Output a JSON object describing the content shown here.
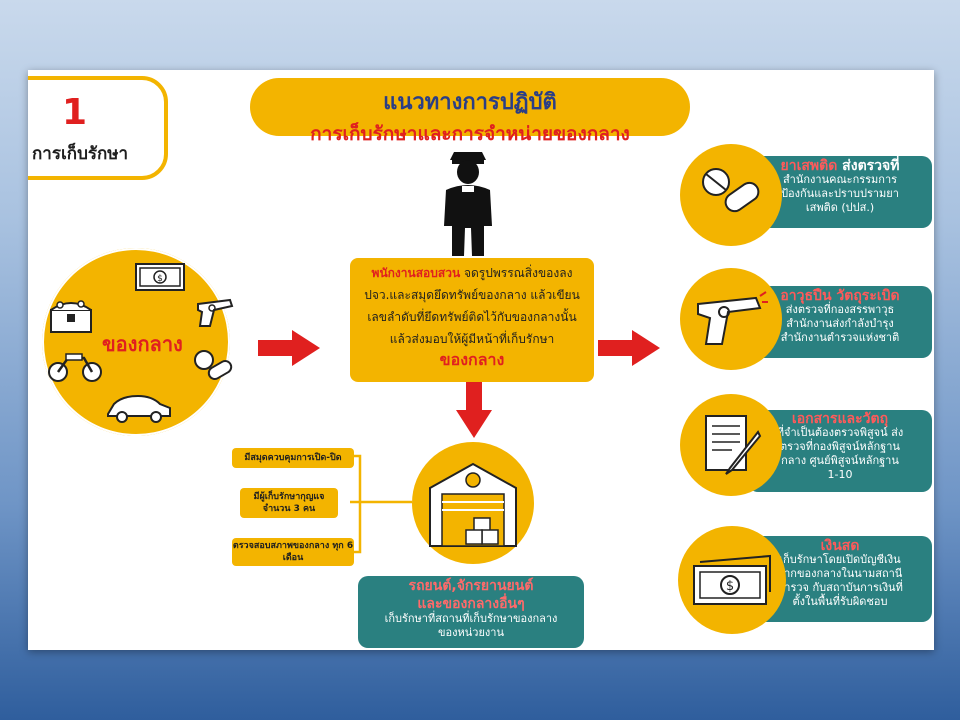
{
  "badge": {
    "number": "1",
    "label": "การเก็บรักษา"
  },
  "title": {
    "line1": "แนวทางการปฏิบัติ",
    "line2": "การเก็บรักษาและการจำหน่ายของกลาง"
  },
  "left_circle": {
    "label": "ของกลาง"
  },
  "center": {
    "line1_red": "พนักงานสอบสวน",
    "line1_rest": " จดรูปพรรณสิ่งของลง",
    "line2": "ปจว.และสมุดยึดทรัพย์ของกลาง แล้วเขียน",
    "line3": "เลขลำดับที่ยึดทรัพย์ติดไว้กับของกลางนั้น",
    "line4": "แล้วส่งมอบให้ผู้มีหน้าที่เก็บรักษา",
    "line5": "ของกลาง"
  },
  "storage_labels": [
    "มีสมุดควบคุมการเปิด-ปิด",
    "มีผู้เก็บรักษากุญแจ จำนวน 3 คน",
    "ตรวจสอบสภาพของกลาง ทุก 6 เดือน"
  ],
  "bottom": {
    "title_line1": "รถยนต์,จักรยานยนต์",
    "title_line2": "และของกลางอื่นๆ",
    "desc_line1": "เก็บรักษาที่สถานที่เก็บรักษาของกลาง",
    "desc_line2": "ของหน่วยงาน"
  },
  "right_items": [
    {
      "title_red": "ยาเสพติด",
      "title_rest": " ส่งตรวจที่",
      "lines": [
        "สำนักงานคณะกรรมการ",
        "ป้องกันและปราบปรามยา",
        "เสพติด (ปปส.)"
      ],
      "icon": "pills-icon"
    },
    {
      "title_red": "อาวุธปืน วัตถุระเบิด",
      "title_rest": "",
      "lines": [
        "ส่งตรวจที่กองสรรพาวุธ",
        "สำนักงานส่งกำลังบำรุง",
        "สำนักงานตำรวจแห่งชาติ"
      ],
      "icon": "revolver-icon"
    },
    {
      "title_red": "เอกสารและวัตถุ",
      "title_rest": "",
      "lines": [
        "ที่จำเป็นต้องตรวจพิสูจน์ ส่ง",
        "ตรวจที่กองพิสูจน์หลักฐาน",
        "กลาง  ศูนย์พิสูจน์หลักฐาน",
        "1-10"
      ],
      "icon": "document-pen-icon"
    },
    {
      "title_red": "เงินสด",
      "title_rest": "",
      "lines": [
        "เก็บรักษาโดยเปิดบัญชีเงิน",
        "ฝากของกลางในนามสถานี",
        "ตำรวจ กับสถาบันการเงินที่",
        "ตั้งในพื้นที่รับผิดชอบ"
      ],
      "icon": "cash-icon"
    }
  ],
  "colors": {
    "yellow": "#f3b400",
    "teal": "#2a8080",
    "red": "#e0201f",
    "navy": "#2a3e86"
  }
}
